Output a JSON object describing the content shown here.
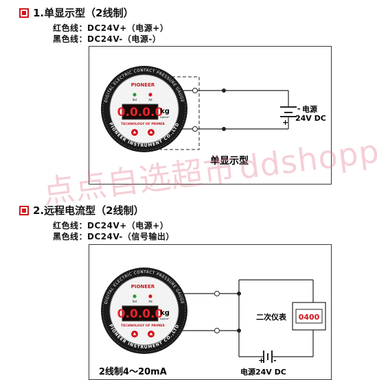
{
  "section1": {
    "title": "1.单显示型（2线制）",
    "red_wire": "红色线：DC24V+（电源+）",
    "black_wire": "黑色线：DC24V-（电源-）",
    "gauge": {
      "brand": "PIONEER",
      "reading": "0.0.0.0",
      "unit": "kg",
      "unit_sub": "kgf/cm²",
      "led_labels": [
        "Set",
        "Ad"
      ],
      "ring_top": "DIGITAL ELECTRIC CONTACT PRESSURE GAUGE",
      "ring_bottom": "PIONEER INSTRUMENT CO.,LTD",
      "techno": "TECHNOLOGY OF PRIMER"
    },
    "supply_label": "电源",
    "supply_voltage": "24V DC",
    "minus_sign": "-",
    "plus_sign": "+",
    "mode_label": "单显示型"
  },
  "watermark": {
    "cn": "点点自选超市",
    "en": "ddshopping.cn"
  },
  "section2": {
    "title": "2.远程电流型（2线制）",
    "red_wire": "红色线：DC24V+（电源+）",
    "black_wire": "黑色线：DC24V-（信号输出）",
    "gauge": {
      "brand": "PIONEER",
      "reading": "0.0.0.0",
      "unit": "kg",
      "unit_sub": "kgf/cm²",
      "led_labels": [
        "Set",
        "Ad"
      ],
      "ring_top": "DIGITAL ELECTRIC CONTACT PRESSURE GAUGE",
      "ring_bottom": "PIONEER INSTRUMENT CO.,LTD",
      "techno": "TECHNOLOGY OF PRIMER"
    },
    "secondary_label": "二次仪表",
    "secondary_reading": "0400",
    "supply_label": "电源24V DC",
    "plus_sign": "+",
    "minus_sign": "-",
    "mode_label": "2线制4～20mA"
  },
  "colors": {
    "accent": "#d0161c",
    "led": "#e8232a"
  }
}
